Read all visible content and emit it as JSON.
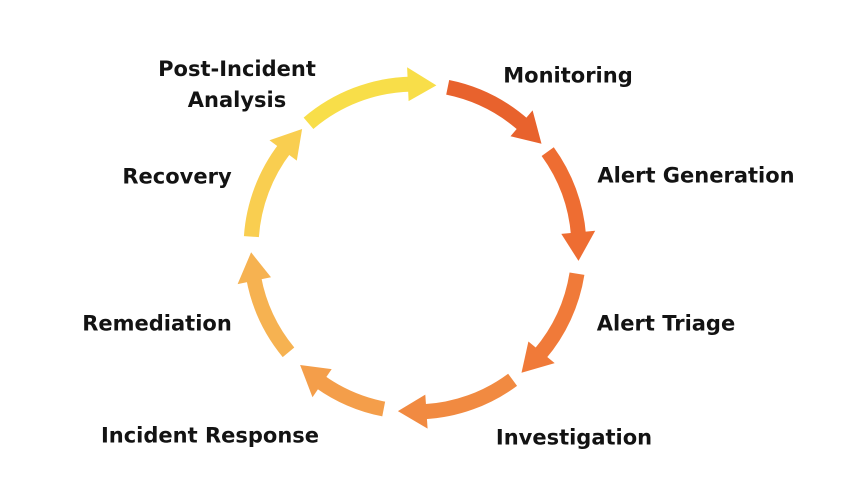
{
  "page": {
    "background_color": "#ffffff",
    "text_color": "#131313"
  },
  "cycle": {
    "type": "cycle-diagram",
    "direction": "clockwise",
    "stages": [
      {
        "id": "monitoring",
        "label": "Monitoring",
        "arrow_color": "#E8622D",
        "arc": [
          11.5,
          50.5
        ]
      },
      {
        "id": "alert-generation",
        "label": "Alert Generation",
        "arrow_color": "#EE6D32",
        "arc": [
          54,
          94.5
        ]
      },
      {
        "id": "alert-triage",
        "label": "Alert Triage",
        "arrow_color": "#F07A39",
        "arc": [
          99,
          139.5
        ]
      },
      {
        "id": "investigation",
        "label": "Investigation",
        "arrow_color": "#F18A41",
        "arc": [
          143.5,
          186
        ]
      },
      {
        "id": "incident-response",
        "label": "Incident Response",
        "arrow_color": "#F49E4A",
        "arc": [
          191,
          224.5
        ]
      },
      {
        "id": "remediation",
        "label": "Remediation",
        "arrow_color": "#F6B251",
        "arc": [
          230.5,
          268.5
        ]
      },
      {
        "id": "recovery",
        "label": "Recovery",
        "arrow_color": "#F9CE50",
        "arc": [
          274,
          316.5
        ]
      },
      {
        "id": "post-incident",
        "label": "Post-Incident\nAnalysis",
        "arrow_color": "#F8DE49",
        "arc": [
          319.5,
          367.5
        ]
      }
    ]
  }
}
